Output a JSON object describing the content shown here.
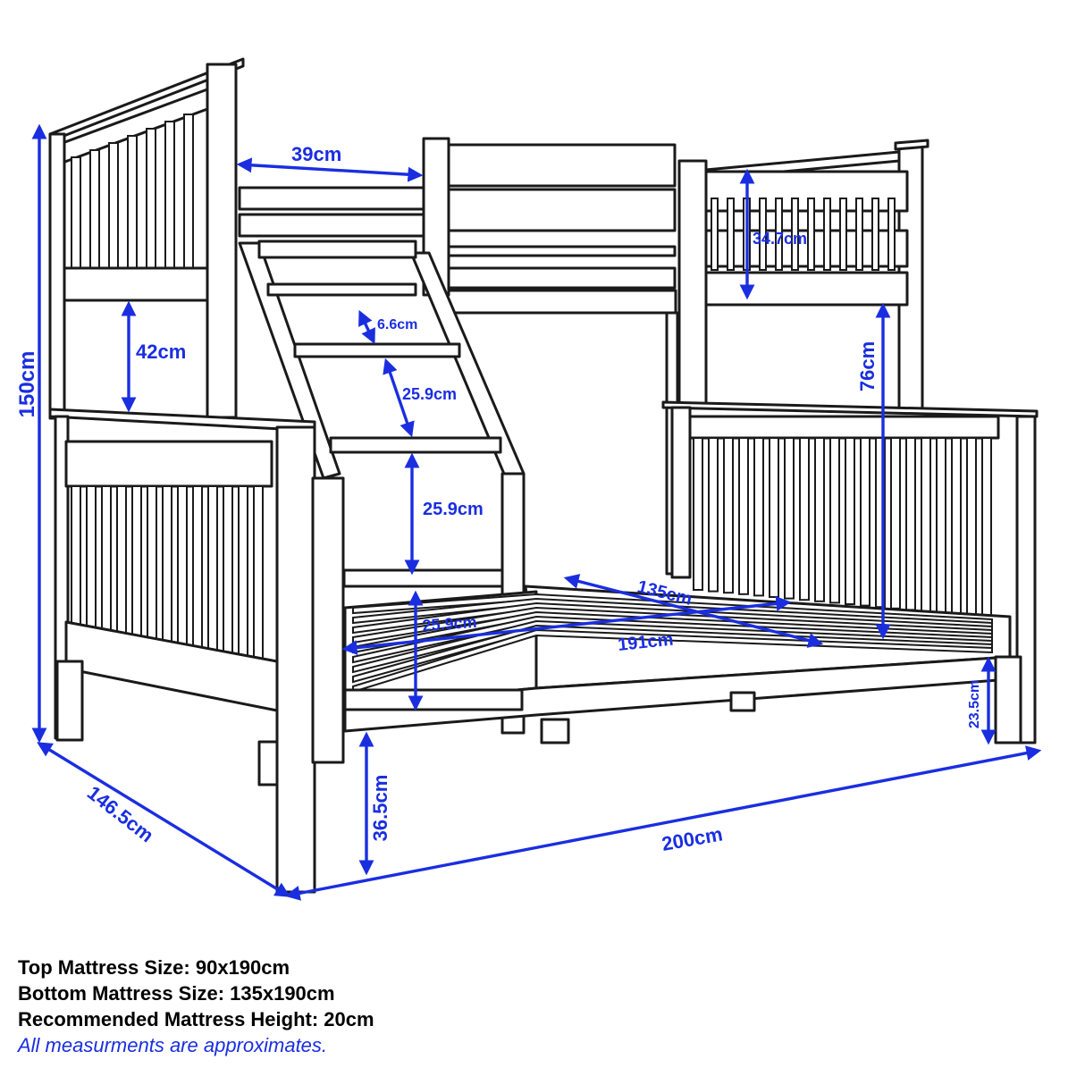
{
  "colors": {
    "dimension": "#1a2ee0",
    "line": "#1a1a1a",
    "background": "#ffffff"
  },
  "dimensions": {
    "total_height": "150cm",
    "top_rail_gap": "39cm",
    "guard_rail_height": "34.7cm",
    "headboard_gap": "42cm",
    "rung_thickness": "6.6cm",
    "step_spacing_upper": "25.9cm",
    "step_spacing_middle": "25.9cm",
    "step_spacing_lower": "25.9cm",
    "bottom_bunk_clearance": "76cm",
    "bottom_width": "135cm",
    "bottom_length": "191cm",
    "floor_clearance_front": "36.5cm",
    "floor_clearance_back": "23.5cm",
    "overall_depth": "146.5cm",
    "overall_length": "200cm"
  },
  "notes": {
    "top_mattress": "Top Mattress Size: 90x190cm",
    "bottom_mattress": "Bottom Mattress Size: 135x190cm",
    "mattress_height": "Recommended Mattress Height: 20cm",
    "disclaimer": "All measurments are approximates."
  }
}
